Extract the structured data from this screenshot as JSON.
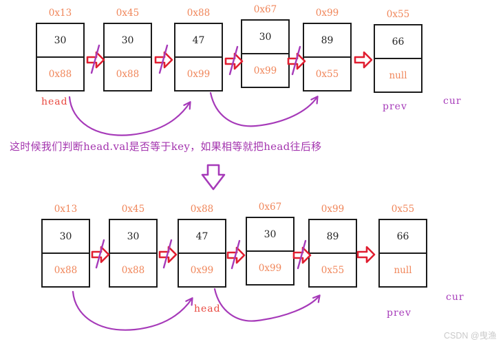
{
  "colors": {
    "orange": "#F0865A",
    "red": "#E01E30",
    "head-red": "#E9483F",
    "purple": "#A63AB9",
    "caption-purple": "#A334AE",
    "border": "#1A1A1A",
    "watermark-gray": "#C9C9C9"
  },
  "caption": "这时候我们判断head.val是否等于key，如果相等就把head往后移",
  "watermark": "CSDN @曳渔",
  "diagrams": [
    {
      "nodes": [
        {
          "address": "0x13",
          "value": "30",
          "next": "0x88"
        },
        {
          "address": "0x45",
          "value": "30",
          "next": "0x88"
        },
        {
          "address": "0x88",
          "value": "47",
          "next": "0x99"
        },
        {
          "address": "0x67",
          "value": "30",
          "next": "0x99"
        },
        {
          "address": "0x99",
          "value": "89",
          "next": "0x55"
        },
        {
          "address": "0x55",
          "value": "66",
          "next": "null"
        }
      ],
      "arrow_slashed": [
        true,
        true,
        true,
        true,
        false
      ],
      "labels": {
        "head": "head",
        "prev": "prev",
        "cur": "cur"
      }
    },
    {
      "nodes": [
        {
          "address": "0x13",
          "value": "30",
          "next": "0x88"
        },
        {
          "address": "0x45",
          "value": "30",
          "next": "0x88"
        },
        {
          "address": "0x88",
          "value": "47",
          "next": "0x99"
        },
        {
          "address": "0x67",
          "value": "30",
          "next": "0x99"
        },
        {
          "address": "0x99",
          "value": "89",
          "next": "0x55"
        },
        {
          "address": "0x55",
          "value": "66",
          "next": "null"
        }
      ],
      "arrow_slashed": [
        true,
        true,
        true,
        true,
        false
      ],
      "labels": {
        "head": "head",
        "prev": "prev",
        "cur": "cur"
      }
    }
  ]
}
